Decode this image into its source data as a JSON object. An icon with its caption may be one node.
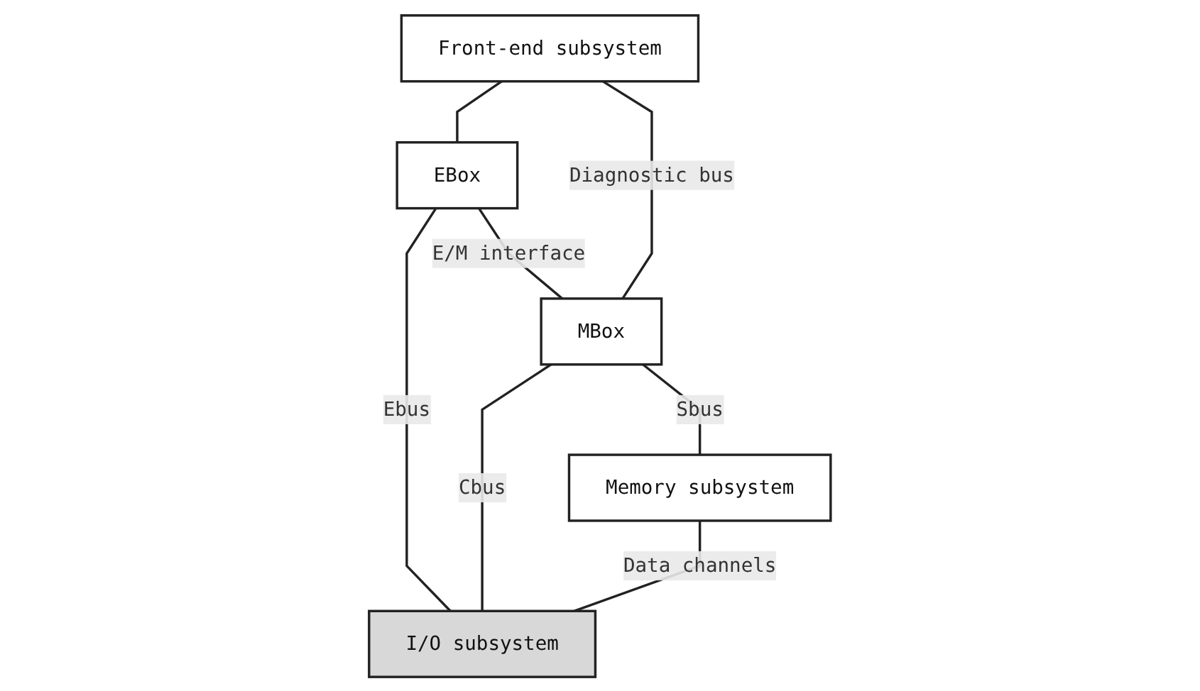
{
  "diagram": {
    "nodes": [
      {
        "text": [
          "Front-end subsystem"
        ]
      },
      {
        "text": [
          "EBox"
        ]
      },
      {
        "text": [
          "I/O subsystem"
        ]
      },
      {
        "text": [
          "MBox"
        ]
      },
      {
        "text": [
          "Memory subsystem"
        ]
      }
    ],
    "edges": [
      {
        "from": 0,
        "to": 1,
        "arrow": "none"
      },
      {
        "from": 1,
        "to": 2,
        "label": "Ebus",
        "arrow": "none"
      },
      {
        "from": 0,
        "to": 3,
        "label": "Diagnostic bus",
        "arrow": "none"
      },
      {
        "from": 1,
        "to": 3,
        "label": "E/M interface",
        "arrow": "none"
      },
      {
        "from": 3,
        "to": 2,
        "label": "Cbus",
        "arrow": "none"
      },
      {
        "from": 3,
        "to": 4,
        "label": "Sbus",
        "arrow": "none"
      },
      {
        "from": 4,
        "to": 2,
        "label": "Data channels",
        "arrow": "none"
      }
    ]
  }
}
